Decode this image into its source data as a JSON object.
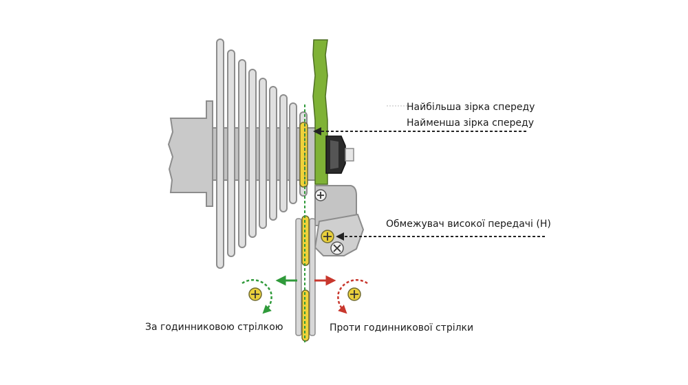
{
  "labels": {
    "biggest_front": "Найбільша зірка спереду",
    "smallest_front": "Найменша зірка спереду",
    "high_limit": "Обмежувач високої передачі (H)",
    "clockwise": "За годинниковою стрілкою",
    "counterclockwise": "Проти годинникової стрілки"
  },
  "colors": {
    "cassette_fill": "#d2d2d2",
    "cassette_stroke": "#8c8c8c",
    "chain_green": "#7fb236",
    "chain_yellow": "#f0d23a",
    "cw_arrow": "#2f9a3a",
    "ccw_arrow": "#c8372d",
    "screw_yellow": "#e9cf3c",
    "guide_line": "#222222"
  },
  "icons": {
    "cw": "clockwise-arrow-icon",
    "ccw": "counterclockwise-arrow-icon",
    "screw": "phillips-screw-icon"
  }
}
